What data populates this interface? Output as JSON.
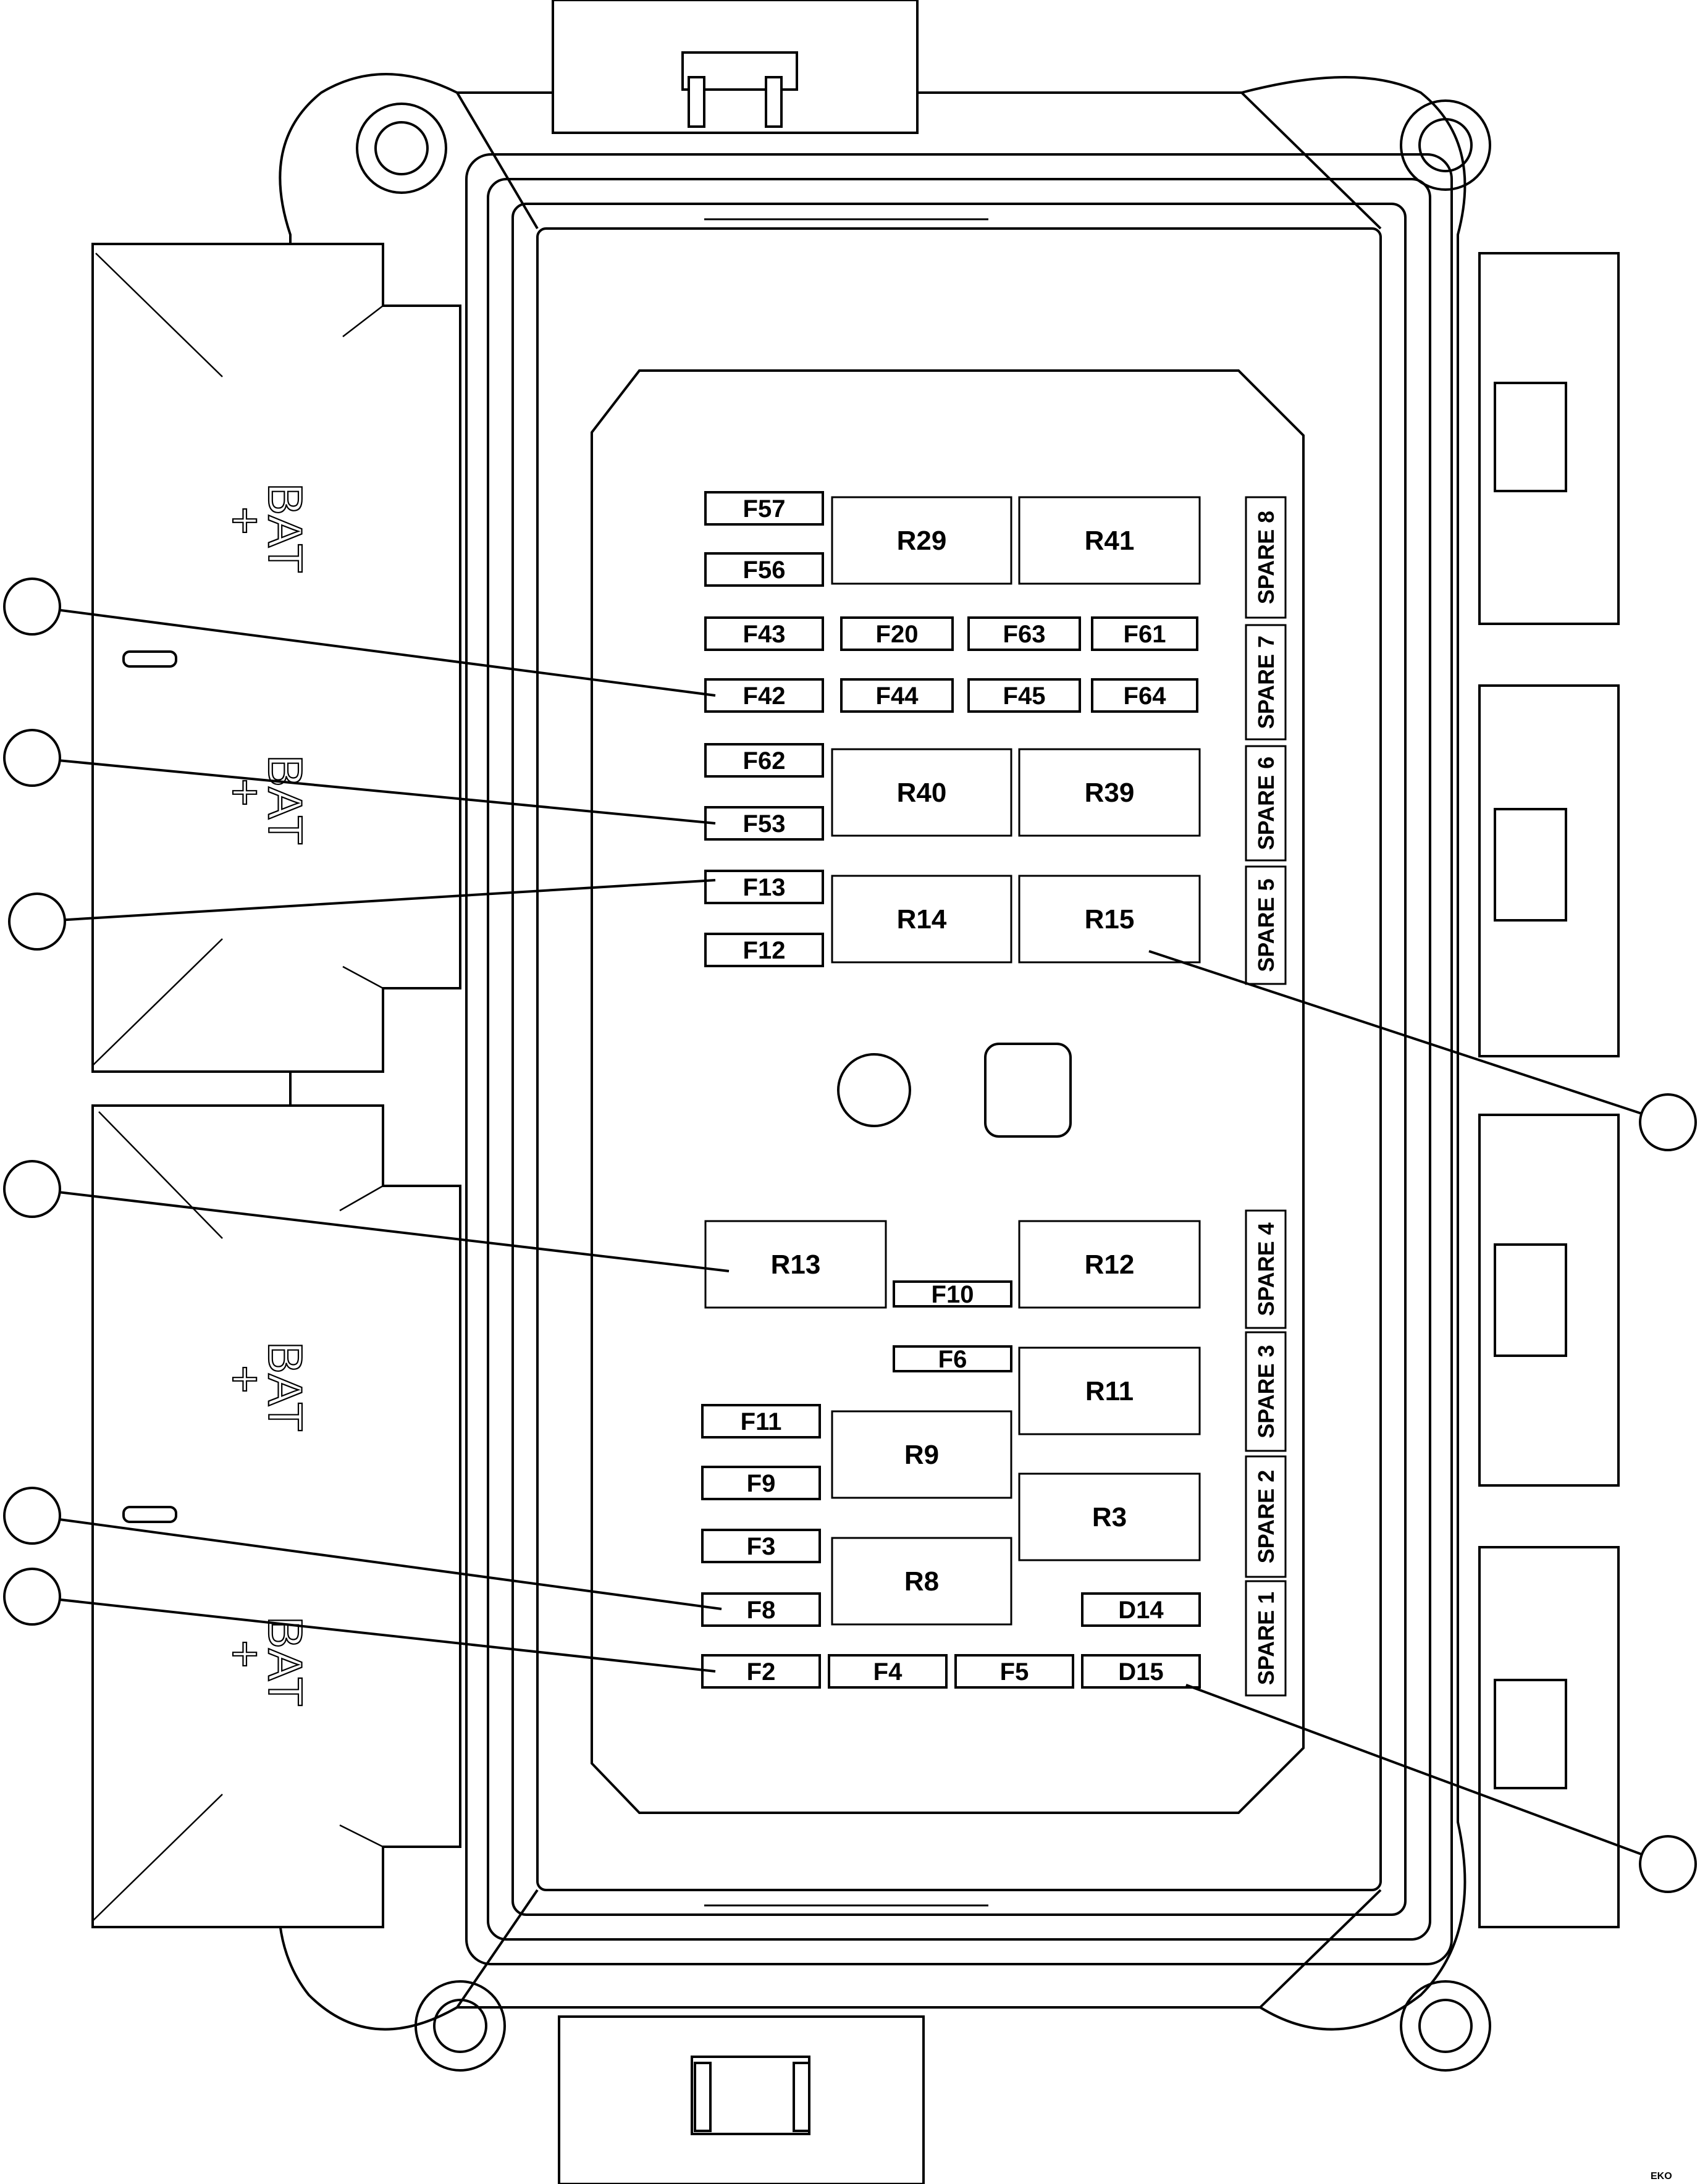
{
  "fuses": [
    {
      "id": "F57"
    },
    {
      "id": "F56"
    },
    {
      "id": "F43"
    },
    {
      "id": "F20"
    },
    {
      "id": "F63"
    },
    {
      "id": "F61"
    },
    {
      "id": "F42"
    },
    {
      "id": "F44"
    },
    {
      "id": "F45"
    },
    {
      "id": "F64"
    },
    {
      "id": "F62"
    },
    {
      "id": "F53"
    },
    {
      "id": "F13"
    },
    {
      "id": "F12"
    },
    {
      "id": "F10"
    },
    {
      "id": "F6"
    },
    {
      "id": "F11"
    },
    {
      "id": "F9"
    },
    {
      "id": "F3"
    },
    {
      "id": "F8"
    },
    {
      "id": "F2"
    },
    {
      "id": "F4"
    },
    {
      "id": "F5"
    },
    {
      "id": "D14"
    },
    {
      "id": "D15"
    }
  ],
  "relays": [
    {
      "id": "R29"
    },
    {
      "id": "R41"
    },
    {
      "id": "R40"
    },
    {
      "id": "R39"
    },
    {
      "id": "R14"
    },
    {
      "id": "R15"
    },
    {
      "id": "R13"
    },
    {
      "id": "R12"
    },
    {
      "id": "R11"
    },
    {
      "id": "R9"
    },
    {
      "id": "R3"
    },
    {
      "id": "R8"
    }
  ],
  "spares": [
    {
      "label": "SPARE 8"
    },
    {
      "label": "SPARE 7"
    },
    {
      "label": "SPARE 6"
    },
    {
      "label": "SPARE 5"
    },
    {
      "label": "SPARE 4"
    },
    {
      "label": "SPARE 3"
    },
    {
      "label": "SPARE 2"
    },
    {
      "label": "SPARE 1"
    }
  ],
  "battery_terminals": [
    {
      "label": "BAT"
    },
    {
      "label": "BAT"
    },
    {
      "label": "BAT"
    },
    {
      "label": "BAT"
    }
  ],
  "battery_sign": "+",
  "callouts": [
    {
      "target": "F42"
    },
    {
      "target": "F53"
    },
    {
      "target": "F13"
    },
    {
      "target": "R15"
    },
    {
      "target": "R13"
    },
    {
      "target": "F8"
    },
    {
      "target": "F2"
    },
    {
      "target": "D15"
    }
  ],
  "corner_code": "EKO"
}
